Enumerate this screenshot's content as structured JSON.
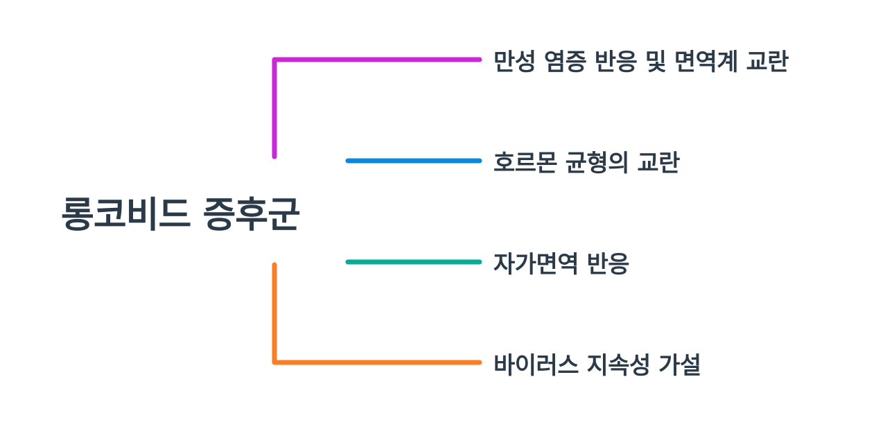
{
  "diagram": {
    "root": {
      "label": "롱코비드 증후군"
    },
    "branches": [
      {
        "label": "만성 염증 반응 및 면역계 교란",
        "color": "#c928d8"
      },
      {
        "label": "호르몬 균형의 교란",
        "color": "#0b87dc"
      },
      {
        "label": "자가면역 반응",
        "color": "#07ab98"
      },
      {
        "label": "바이러스 지속성 가설",
        "color": "#fb7e25"
      }
    ]
  }
}
